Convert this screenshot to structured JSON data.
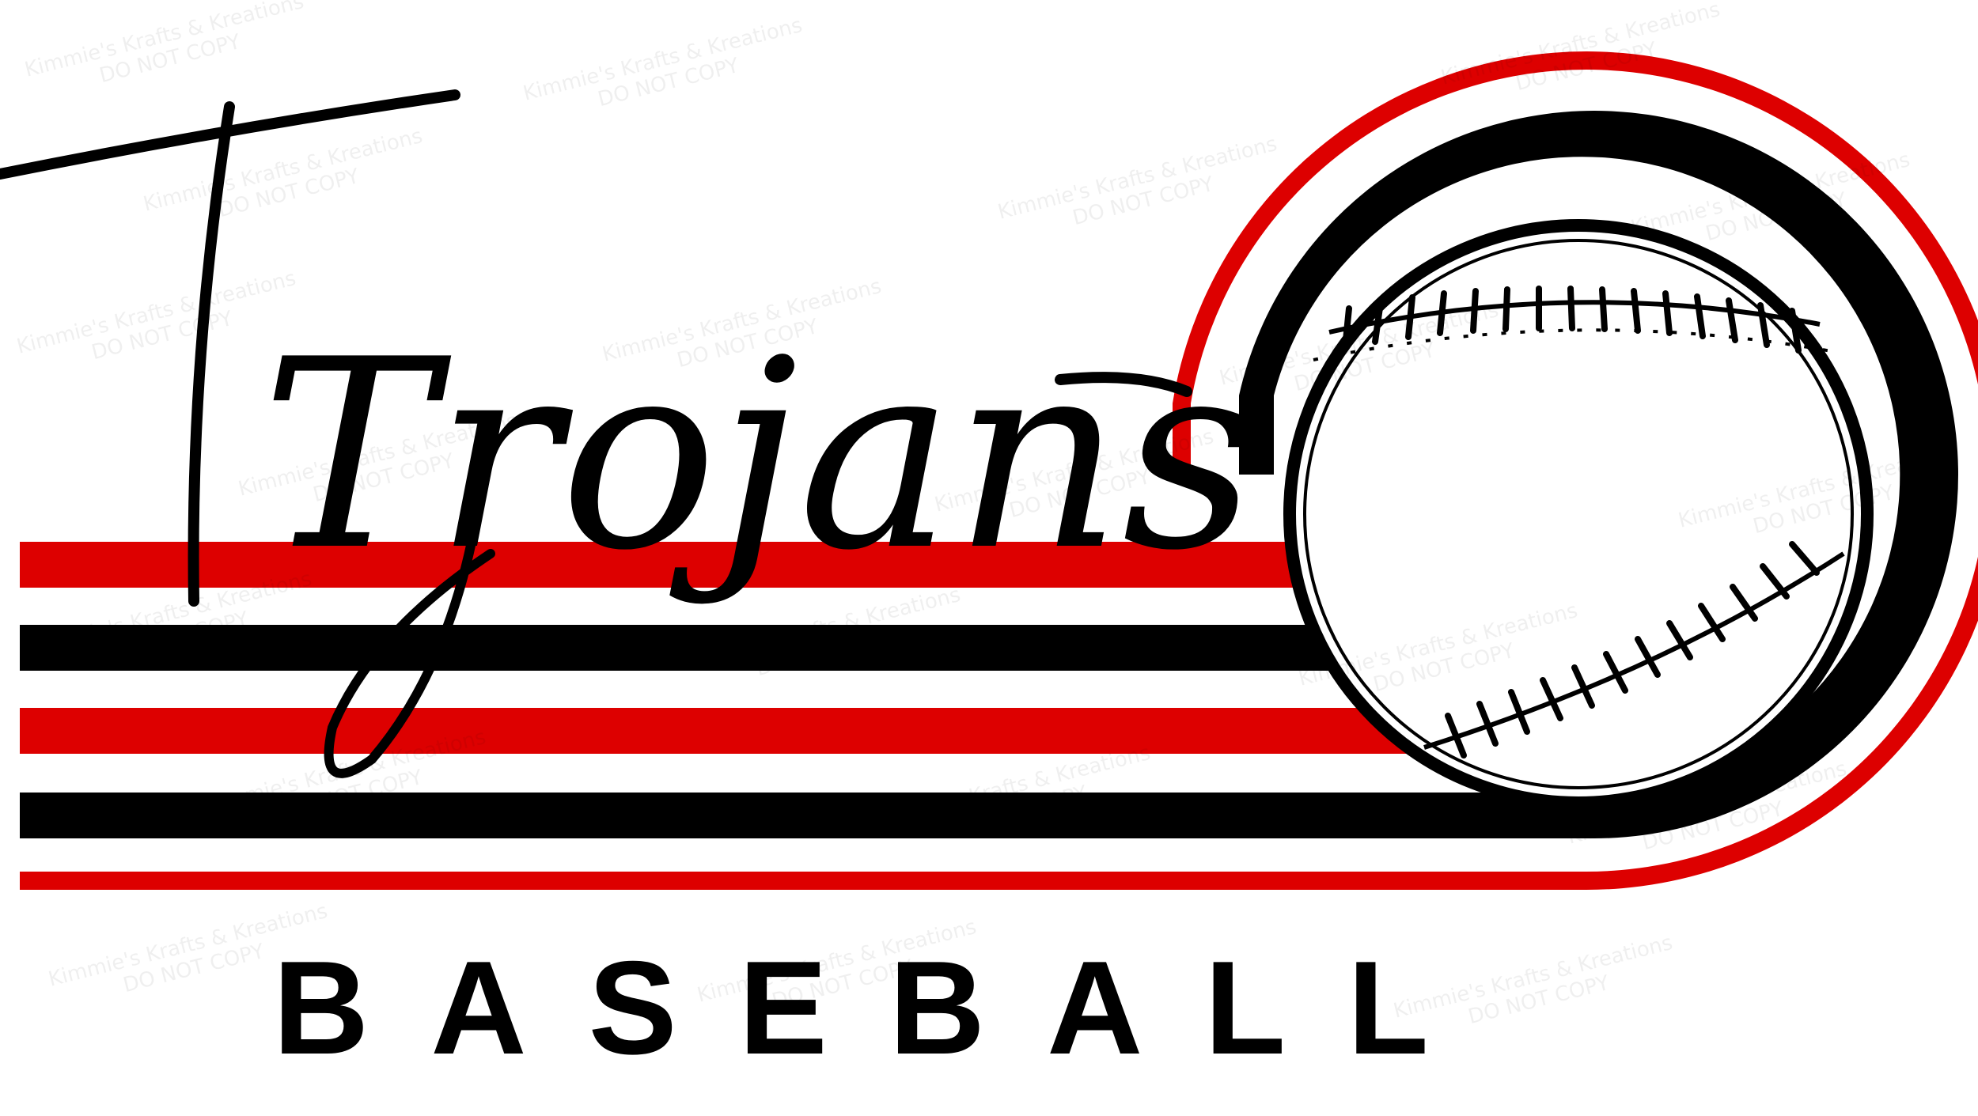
{
  "design": {
    "script_title": "Trojans",
    "sport_word": "BASEBALL"
  },
  "colors": {
    "red": "#dd0000",
    "black": "#000000",
    "white": "#ffffff"
  },
  "watermark": {
    "line1": "Kimmie's Krafts & Kreations",
    "line2": "DO NOT COPY"
  }
}
